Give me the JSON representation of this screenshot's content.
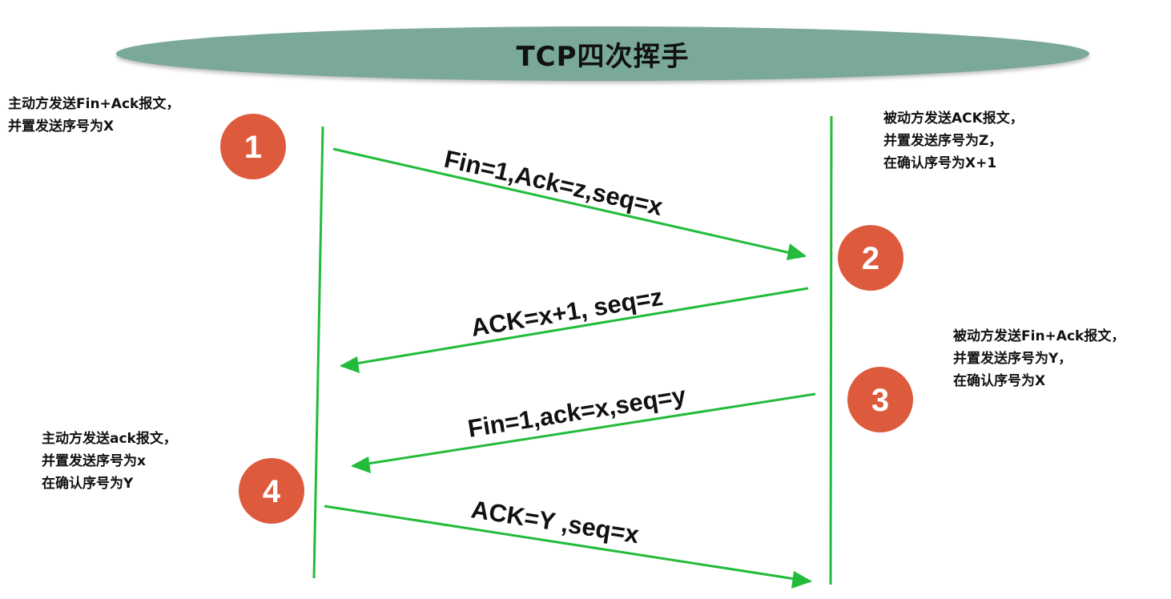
{
  "title": "TCP四次挥手",
  "colors": {
    "title_bar": "#7aa997",
    "line_green": "#22bb3a",
    "step_circle": "#dd5b3c"
  },
  "steps": [
    {
      "number": "1"
    },
    {
      "number": "2"
    },
    {
      "number": "3"
    },
    {
      "number": "4"
    }
  ],
  "messages": [
    {
      "label": "Fin=1,Ack=z,seq=x",
      "direction": "left-to-right"
    },
    {
      "label": "ACK=x+1, seq=z",
      "direction": "right-to-left"
    },
    {
      "label": "Fin=1,ack=x,seq=y",
      "direction": "right-to-left"
    },
    {
      "label": "ACK=Y ,seq=x",
      "direction": "left-to-right"
    }
  ],
  "notes": {
    "step1": [
      "主动方发送Fin+Ack报文，",
      "并置发送序号为X"
    ],
    "step2": [
      "被动方发送ACK报文，",
      "并置发送序号为Z，",
      "在确认序号为X+1"
    ],
    "step3": [
      "被动方发送Fin+Ack报文，",
      "并置发送序号为Y，",
      "在确认序号为X"
    ],
    "step4": [
      "主动方发送ack报文，",
      "并置发送序号为x",
      "在确认序号为Y"
    ]
  }
}
